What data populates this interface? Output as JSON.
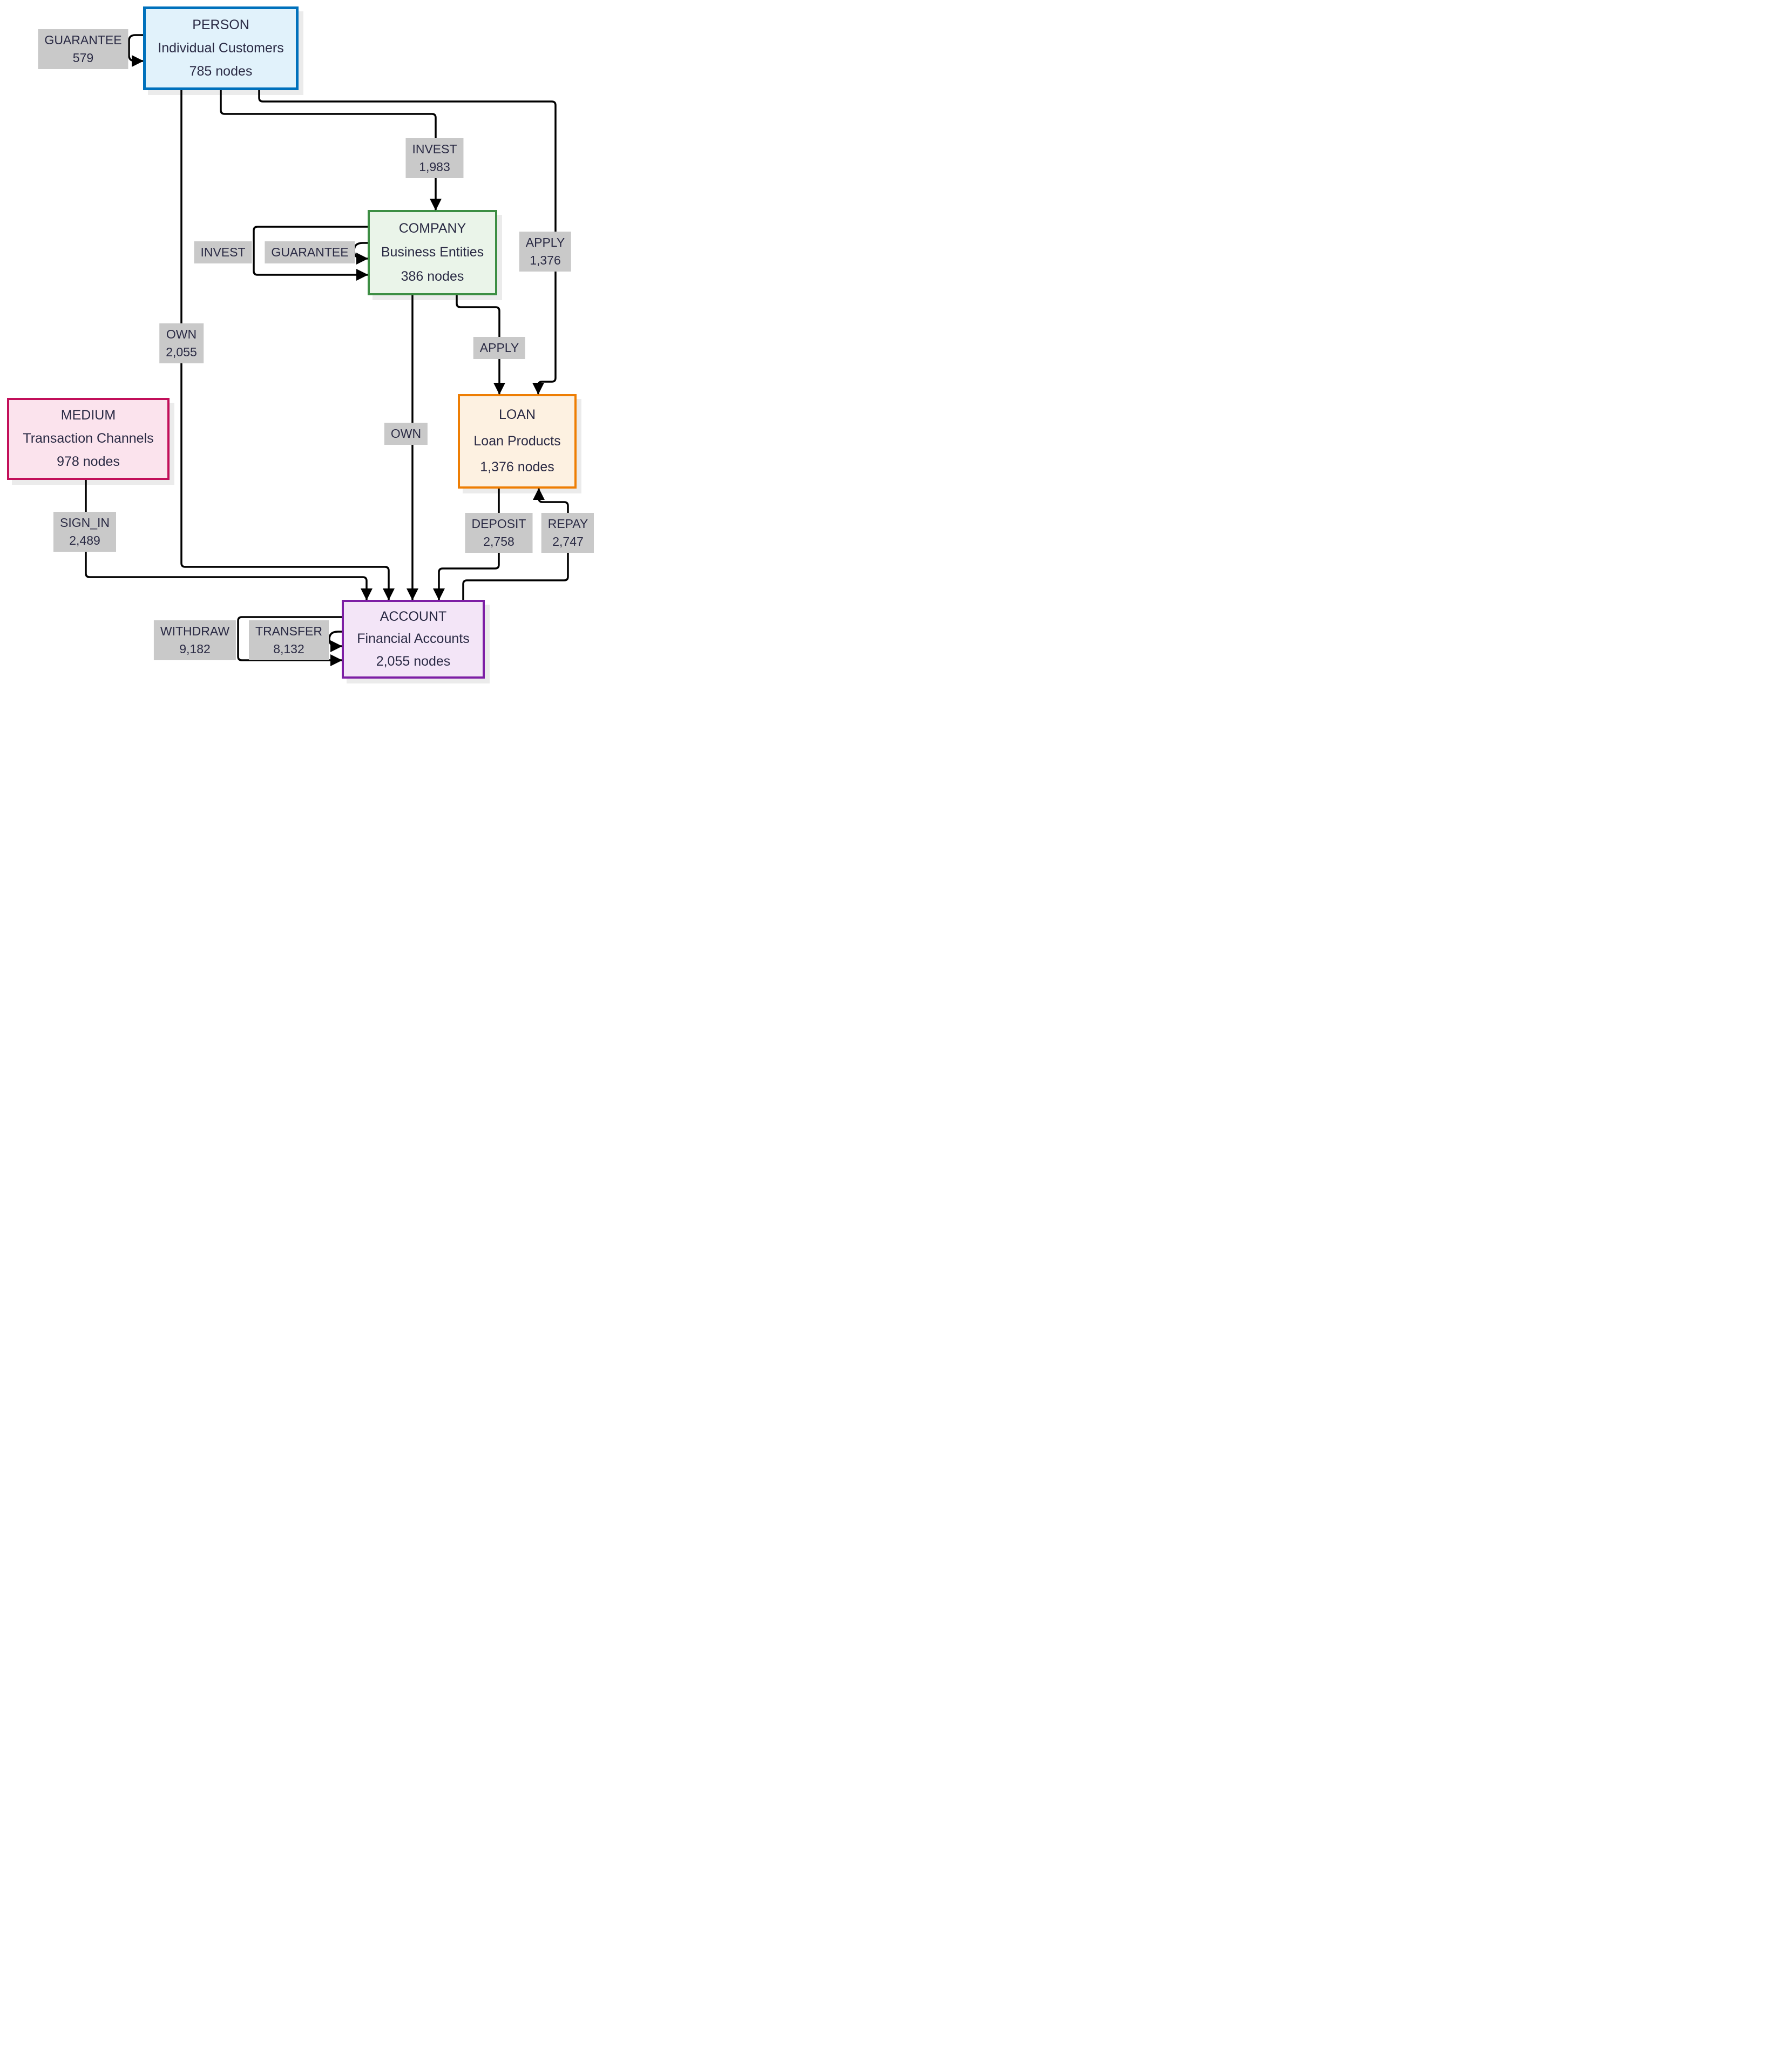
{
  "diagram": {
    "background_color": "#ffffff",
    "edge_line_color": "#000000",
    "edge_label_background": "#c9c9c9",
    "text_color": "#2a2a44",
    "nodes": [
      {
        "id": "person",
        "title": "PERSON",
        "subtitle": "Individual Customers",
        "count": "785 nodes",
        "border_color": "#0071bc",
        "fill_color": "#e1f2fb"
      },
      {
        "id": "company",
        "title": "COMPANY",
        "subtitle": "Business Entities",
        "count": "386 nodes",
        "border_color": "#3d8e44",
        "fill_color": "#eaf4e9"
      },
      {
        "id": "medium",
        "title": "MEDIUM",
        "subtitle": "Transaction Channels",
        "count": "978 nodes",
        "border_color": "#c20f5a",
        "fill_color": "#fbe3ed"
      },
      {
        "id": "loan",
        "title": "LOAN",
        "subtitle": "Loan Products",
        "count": "1,376 nodes",
        "border_color": "#ee7e04",
        "fill_color": "#fdf1e1"
      },
      {
        "id": "account",
        "title": "ACCOUNT",
        "subtitle": "Financial Accounts",
        "count": "2,055 nodes",
        "border_color": "#7d1fa5",
        "fill_color": "#f3e5f7"
      }
    ],
    "edges": [
      {
        "label": "GUARANTEE",
        "count": "579",
        "from": "PERSON",
        "to": "PERSON"
      },
      {
        "label": "INVEST",
        "count": "1,983",
        "from": "PERSON",
        "to": "COMPANY"
      },
      {
        "label": "APPLY",
        "count": "1,376",
        "from": "PERSON",
        "to": "LOAN"
      },
      {
        "label": "OWN",
        "count": "2,055",
        "from": "PERSON",
        "to": "ACCOUNT"
      },
      {
        "label": "INVEST",
        "count": "",
        "from": "COMPANY",
        "to": "COMPANY"
      },
      {
        "label": "GUARANTEE",
        "count": "",
        "from": "COMPANY",
        "to": "COMPANY"
      },
      {
        "label": "APPLY",
        "count": "",
        "from": "COMPANY",
        "to": "LOAN"
      },
      {
        "label": "OWN",
        "count": "",
        "from": "COMPANY",
        "to": "ACCOUNT"
      },
      {
        "label": "SIGN_IN",
        "count": "2,489",
        "from": "MEDIUM",
        "to": "ACCOUNT"
      },
      {
        "label": "DEPOSIT",
        "count": "2,758",
        "from": "LOAN",
        "to": "ACCOUNT"
      },
      {
        "label": "REPAY",
        "count": "2,747",
        "from": "ACCOUNT",
        "to": "LOAN"
      },
      {
        "label": "WITHDRAW",
        "count": "9,182",
        "from": "ACCOUNT",
        "to": "ACCOUNT"
      },
      {
        "label": "TRANSFER",
        "count": "8,132",
        "from": "ACCOUNT",
        "to": "ACCOUNT"
      }
    ]
  }
}
